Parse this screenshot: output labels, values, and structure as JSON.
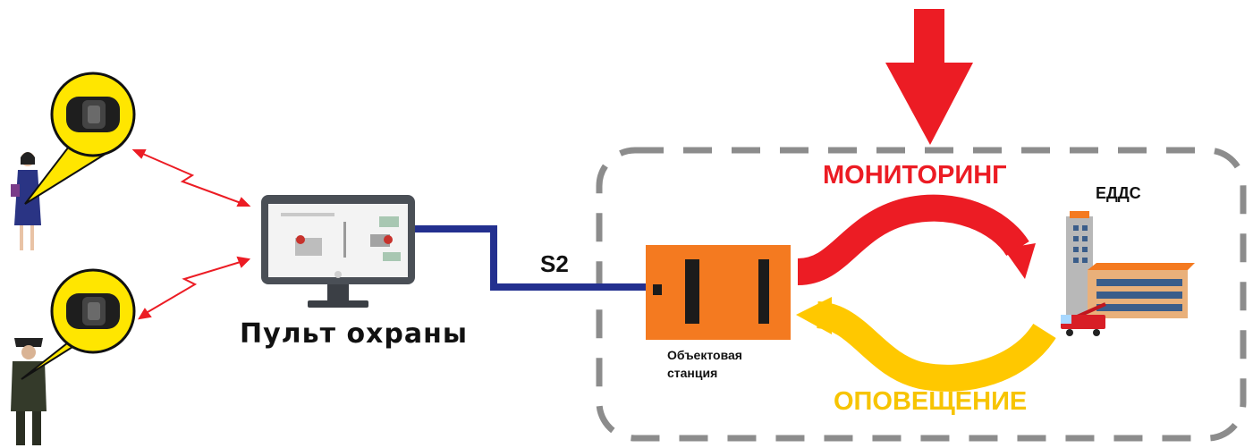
{
  "labels": {
    "monitoring": "МОНИТОРИНГ",
    "notification": "ОПОВЕЩЕНИЕ",
    "edds": "ЕДДС",
    "channel": "S2",
    "console": "Пульт охраны",
    "station_line1": "Объектовая",
    "station_line2": "станция"
  },
  "colors": {
    "monitoring": "#ec1c24",
    "notification": "#f7c400",
    "station": "#f47a20",
    "line": "#23308f",
    "frame": "#8c8c8c",
    "wireless": "#ec1c24"
  },
  "icons": [
    "watch-icon",
    "woman-icon",
    "guard-icon",
    "monitor-icon",
    "station-box-icon",
    "building-icon",
    "fire-truck-icon"
  ]
}
